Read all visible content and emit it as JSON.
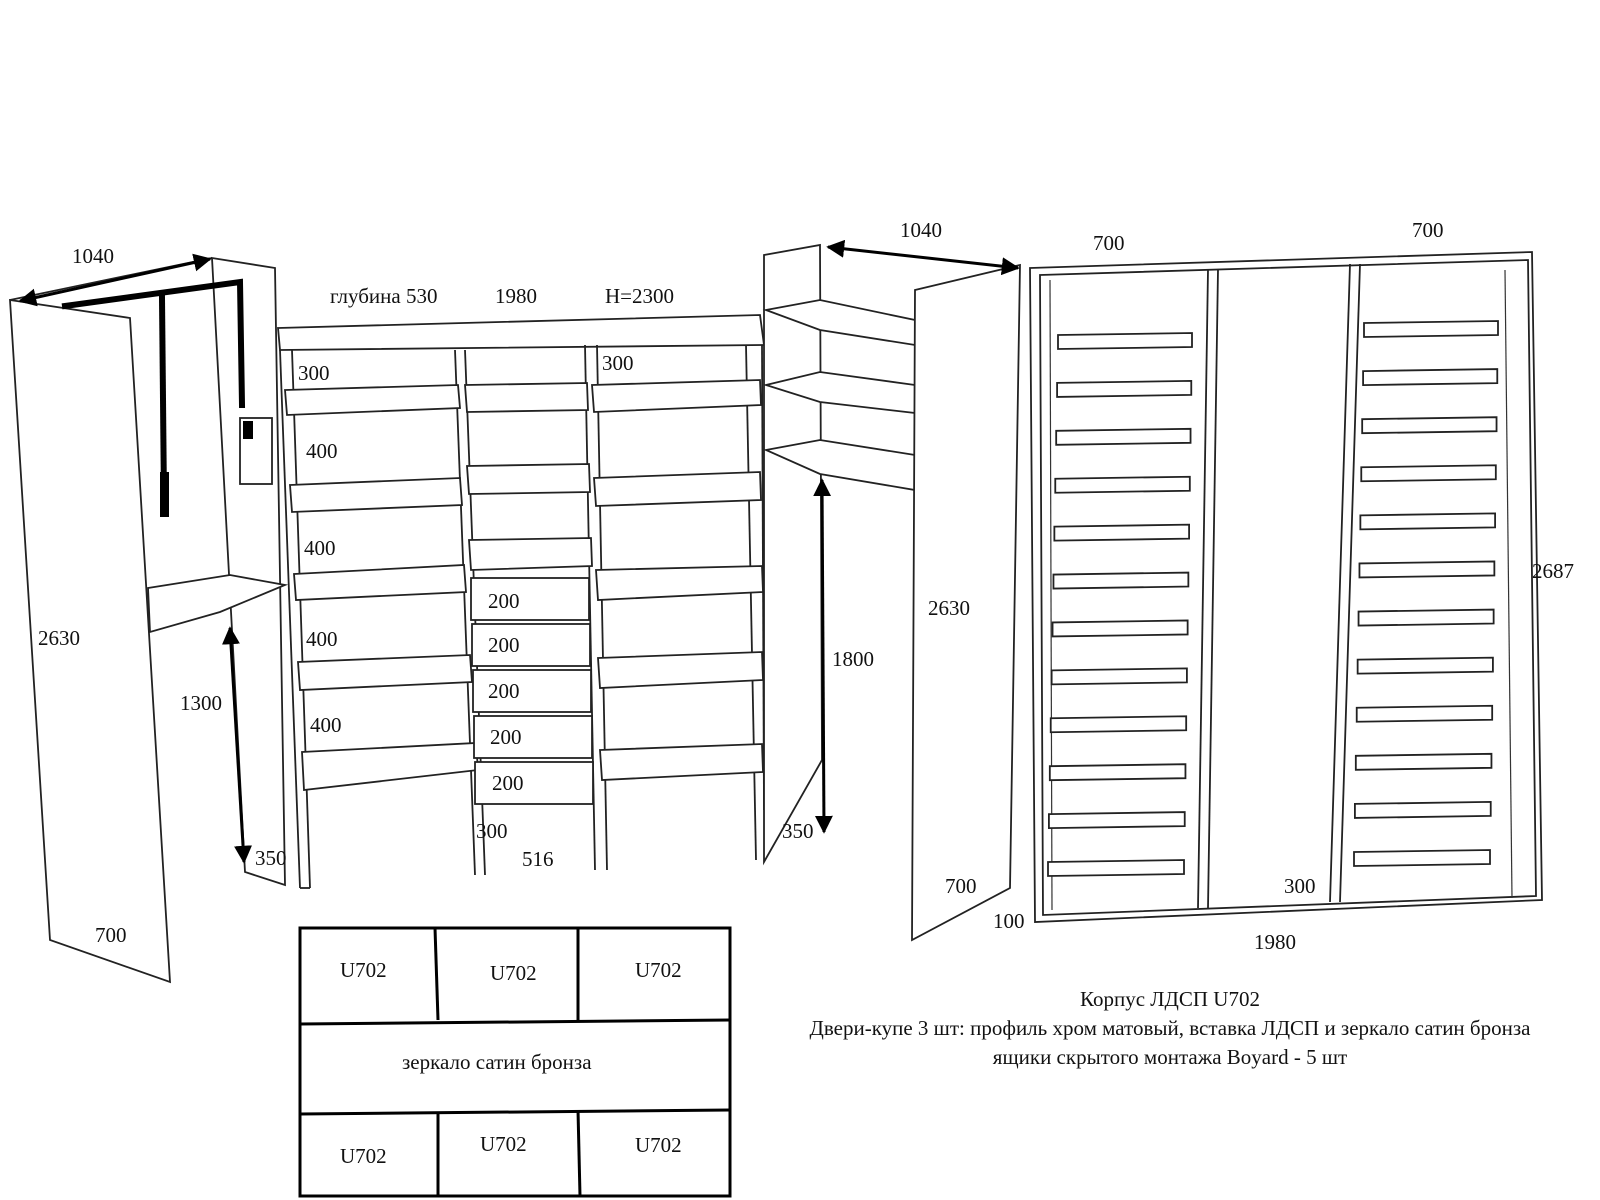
{
  "left_unit": {
    "width_label": "1040",
    "height_label": "2630",
    "depth_label": "700",
    "rail_height_label": "1300",
    "rail_bottom_label": "350"
  },
  "center_unit": {
    "header": {
      "depth": "глубина 530",
      "width": "1980",
      "height": "H=2300"
    },
    "left_shelves": [
      "300",
      "400",
      "400",
      "400",
      "400"
    ],
    "right_top": "300",
    "drawers": [
      "200",
      "200",
      "200",
      "200",
      "200"
    ],
    "bottom_left": "300",
    "bottom_mid": "516"
  },
  "right_unit": {
    "width_label": "1040",
    "height_label": "2630",
    "rail_height_label": "1800",
    "rail_bottom_label": "350",
    "depth_label": "700"
  },
  "facade": {
    "left_top": "700",
    "right_top": "700",
    "height_label": "2687",
    "width_label": "1980",
    "plinth_label": "100",
    "gap_label": "300"
  },
  "door_grid": {
    "top_row": [
      "U702",
      "U702",
      "U702"
    ],
    "middle": "зеркало сатин бронза",
    "bottom_row": [
      "U702",
      "U702",
      "U702"
    ]
  },
  "spec": {
    "line1": "Корпус ЛДСП U702",
    "line2": "Двери-купе 3 шт: профиль хром матовый, вставка ЛДСП и зеркало сатин бронза",
    "line3": "ящики скрытого монтажа Boyard - 5 шт"
  }
}
